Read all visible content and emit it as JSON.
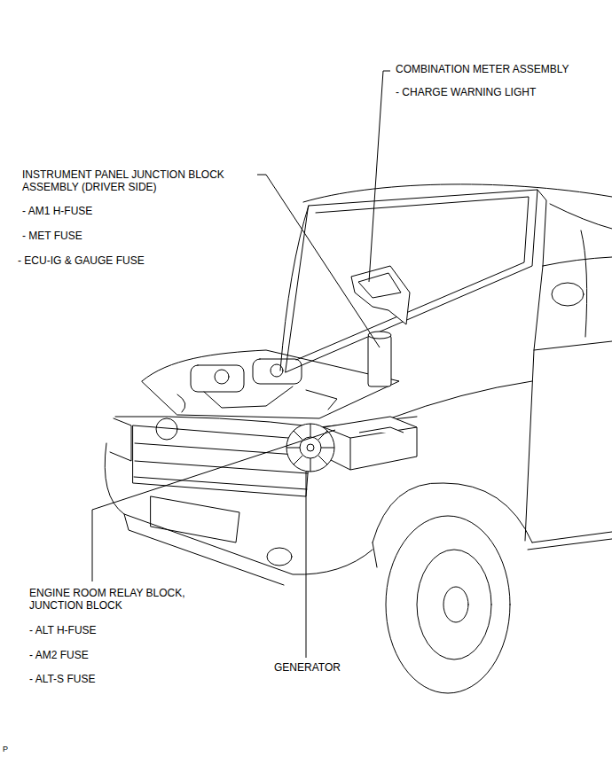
{
  "diagram": {
    "labels": [
      "COMBINATION METER ASSEMBLY",
      "- CHARGE WARNING LIGHT",
      "INSTRUMENT PANEL JUNCTION BLOCK ASSEMBLY (DRIVER SIDE)",
      "- AM1 H-FUSE",
      "- MET FUSE",
      "- ECU-IG & GAUGE FUSE",
      "ENGINE ROOM RELAY BLOCK, JUNCTION BLOCK",
      "- ALT H-FUSE",
      "- AM2 FUSE",
      "- ALT-S FUSE",
      "GENERATOR",
      "P"
    ]
  }
}
